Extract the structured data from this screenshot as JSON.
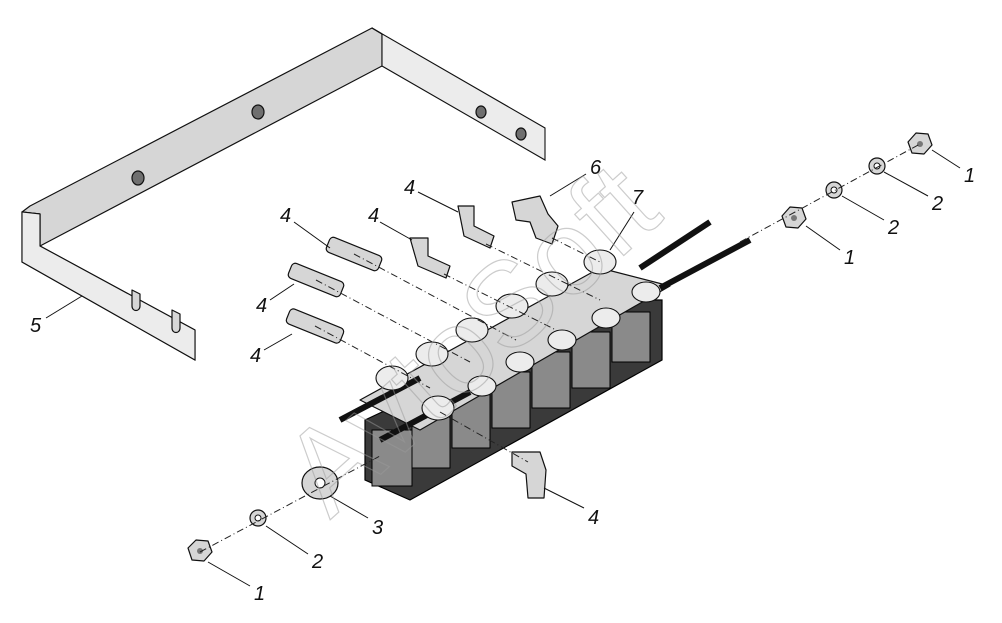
{
  "callouts": {
    "c1_right_top": "1",
    "c2_right_top": "2",
    "c2_right_mid": "2",
    "c1_right_mid": "1",
    "c6": "6",
    "c7": "7",
    "c4_top": "4",
    "c4_a": "4",
    "c4_b": "4",
    "c4_c": "4",
    "c4_d": "4",
    "c4_bottom": "4",
    "c5": "5",
    "c3": "3",
    "c2_bottom": "2",
    "c1_bottom": "1"
  },
  "watermark": "AvtoSoft"
}
